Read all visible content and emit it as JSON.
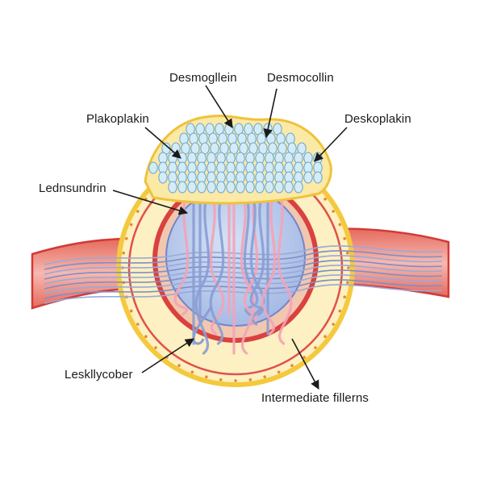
{
  "labels": {
    "desmoglein": "Desmogllein",
    "desmocollin": "Desmocollin",
    "plakoplakin": "Plakoplakin",
    "deskoplakin": "Deskoplakin",
    "ledn": "Lednsundrin",
    "lesk": "Leskllycober",
    "intermediate": "Intermediate fillerns"
  },
  "colors": {
    "outer_ring": "#f5d24a",
    "cream": "#fdf2c8",
    "red_band": "#d9423e",
    "blue_core": "#a9bde6",
    "band_pink": "#f2a6a0",
    "vesicle": "#d4ecf7",
    "filament_pink": "#f3a3b6",
    "filament_blue": "#8a9ed4",
    "text": "#1a1a1a"
  }
}
